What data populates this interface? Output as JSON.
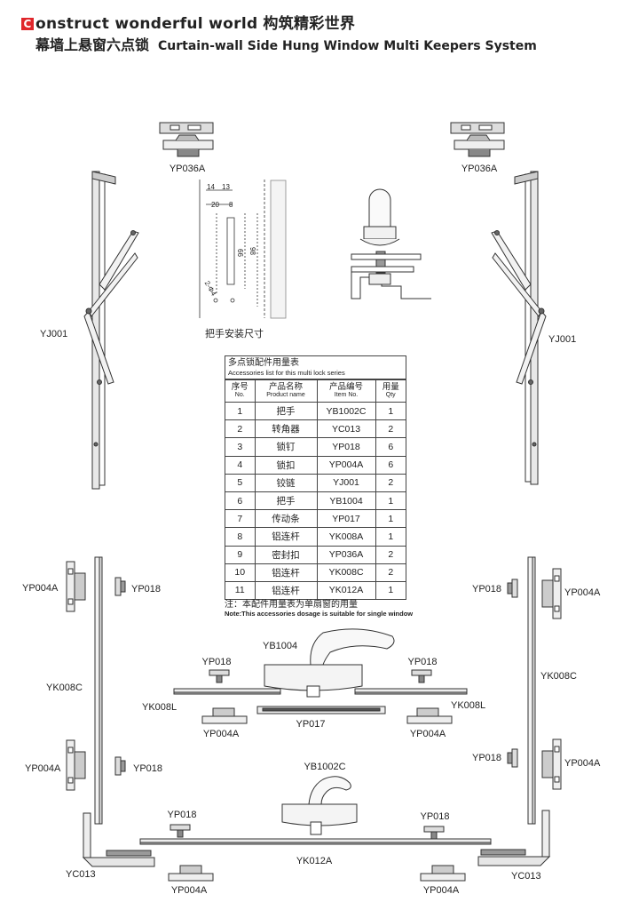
{
  "header": {
    "logo_letter": "C",
    "brand_en": "onstruct wonderful world",
    "brand_cn": "构筑精彩世界",
    "title_cn": "幕墙上悬窗六点锁",
    "title_en": "Curtain-wall Side Hung Window Multi Keepers System"
  },
  "drawing": {
    "handle_install_caption": "把手安装尺寸",
    "dims": {
      "d14": "14",
      "d13": "13",
      "d20": "20",
      "d8": "8",
      "d66": "66",
      "d98": "98",
      "d2": "2-Φ4"
    }
  },
  "labels": {
    "yp036a_left": "YP036A",
    "yp036a_right": "YP036A",
    "yj001_left": "YJ001",
    "yj001_right": "YJ001",
    "yp004a_l1": "YP004A",
    "yp018_l1": "YP018",
    "yp018_r1": "YP018",
    "yp004a_r1": "YP004A",
    "yb1004": "YB1004",
    "yp018_c1": "YP018",
    "yp018_c2": "YP018",
    "yk008c_left": "YK008C",
    "yk008c_right": "YK008C",
    "yk008l_left": "YK008L",
    "yk008l_right": "YK008L",
    "yp004a_c1": "YP004A",
    "yp017": "YP017",
    "yp004a_c2": "YP004A",
    "yb1002c": "YB1002C",
    "yp004a_l2": "YP004A",
    "yp018_l2": "YP018",
    "yp018_r2": "YP018",
    "yp004a_r2": "YP004A",
    "yp018_b1": "YP018",
    "yp018_b2": "YP018",
    "yk012a": "YK012A",
    "yc013_left": "YC013",
    "yc013_right": "YC013",
    "yp004a_b1": "YP004A",
    "yp004a_b2": "YP004A"
  },
  "table": {
    "title_cn": "多点锁配件用量表",
    "title_en": "Accessories list for this multi lock series",
    "headers": [
      {
        "cn": "序号",
        "en": "No."
      },
      {
        "cn": "产品名称",
        "en": "Product name"
      },
      {
        "cn": "产品编号",
        "en": "Item No."
      },
      {
        "cn": "用量",
        "en": "Qty"
      }
    ],
    "rows": [
      {
        "no": "1",
        "name": "把手",
        "item": "YB1002C",
        "qty": "1"
      },
      {
        "no": "2",
        "name": "转角器",
        "item": "YC013",
        "qty": "2"
      },
      {
        "no": "3",
        "name": "锁钉",
        "item": "YP018",
        "qty": "6"
      },
      {
        "no": "4",
        "name": "锁扣",
        "item": "YP004A",
        "qty": "6"
      },
      {
        "no": "5",
        "name": "铰链",
        "item": "YJ001",
        "qty": "2"
      },
      {
        "no": "6",
        "name": "把手",
        "item": "YB1004",
        "qty": "1"
      },
      {
        "no": "7",
        "name": "传动条",
        "item": "YP017",
        "qty": "1"
      },
      {
        "no": "8",
        "name": "铝连杆",
        "item": "YK008A",
        "qty": "1"
      },
      {
        "no": "9",
        "name": "密封扣",
        "item": "YP036A",
        "qty": "2"
      },
      {
        "no": "10",
        "name": "铝连杆",
        "item": "YK008C",
        "qty": "2"
      },
      {
        "no": "11",
        "name": "铝连杆",
        "item": "YK012A",
        "qty": "1"
      }
    ],
    "note_cn": "注：本配件用量表为单扇窗的用量",
    "note_en": "Note:This accessories dosage is suitable for single window"
  }
}
